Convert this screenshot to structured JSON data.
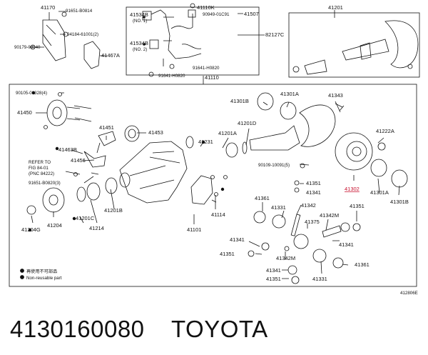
{
  "labels": {
    "l41170": "41170",
    "l91651_80814": "91651-B0814",
    "l94184": "94184-61001(2)",
    "l90179": "90179-08040",
    "l41467A": "41467A",
    "l41534B_1": "41534B",
    "no1": "(NO. 1)",
    "l41110K": "41110K",
    "l90949": "90949-01C91",
    "l41507": "41507",
    "l41534B_2": "41534B",
    "no2": "(NO. 2)",
    "l82127C": "82127C",
    "l91641_1": "91641-H0820",
    "l91641_2": "91641-H0820",
    "l41110": "41110",
    "l41201": "41201",
    "l90105": "90105-08328(4)",
    "l41450": "41450",
    "l41451": "41451",
    "l41453": "41453",
    "l41463B": "41463B",
    "l41456": "41456",
    "refer": "REFER TO",
    "fig": "FIG 84-01",
    "pnc": "(PNC 84222)",
    "l91651_b0820": "91651-B0820(3)",
    "l41231": "41231",
    "l41204G": "41204G",
    "l41204": "41204",
    "l41201C": "41201C",
    "l41214": "41214",
    "l41201B": "41201B",
    "l41101": "41101",
    "l41114": "41114",
    "l41301B_a": "41301B",
    "l41301A_a": "41301A",
    "l41343": "41343",
    "l41201A": "41201A",
    "l41201D": "41201D",
    "l41222A": "41222A",
    "l90109": "90109-10091(5)",
    "l41351_a": "41351",
    "l41341_a": "41341",
    "l41302": "41302",
    "l41301A_b": "41301A",
    "l41301B_b": "41301B",
    "l41361_a": "41361",
    "l41331_a": "41331",
    "l41342": "41342",
    "l41351_b": "41351",
    "l41342M_a": "41342M",
    "l41375": "41375",
    "l41341_b": "41341",
    "l41341_c": "41341",
    "l41351_c": "41351",
    "l41342M_b": "41342M",
    "l41361_b": "41361",
    "l41341_d": "41341",
    "l41331_b": "41331",
    "l41351_d": "41351",
    "legend1": "再使用不可部品",
    "legend2": "Non-reusable part",
    "figure_id": "412806E"
  },
  "footer": {
    "part_number": "4130160080",
    "brand": "TOYOTA"
  },
  "colors": {
    "line": "#111111",
    "highlight": "#c8102e"
  }
}
